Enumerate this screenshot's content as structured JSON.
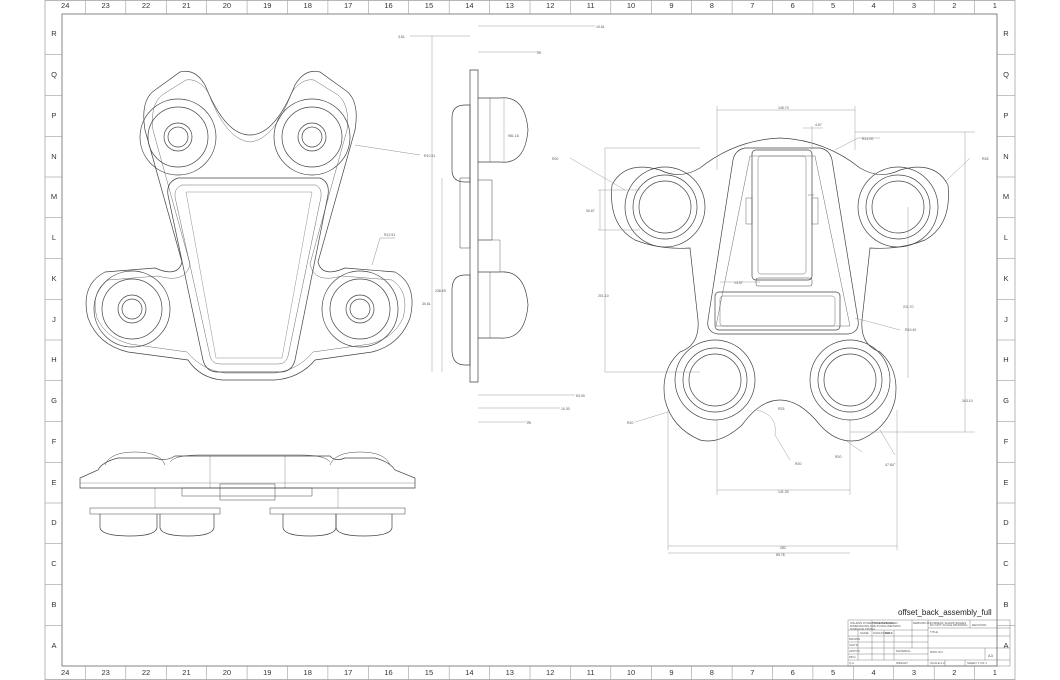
{
  "sheet": {
    "drawing_title": "offset_back_assembly_full",
    "columns": [
      "24",
      "23",
      "22",
      "21",
      "20",
      "19",
      "18",
      "17",
      "16",
      "15",
      "14",
      "13",
      "12",
      "11",
      "10",
      "9",
      "8",
      "7",
      "6",
      "5",
      "4",
      "3",
      "2",
      "1"
    ],
    "rows": [
      "R",
      "Q",
      "P",
      "N",
      "M",
      "L",
      "K",
      "J",
      "H",
      "G",
      "F",
      "E",
      "D",
      "C",
      "B",
      "A"
    ]
  },
  "dimensions": {
    "view1_r_top": "R10.51",
    "view1_r_side": "R12.51",
    "side_top_1": "10.61",
    "side_top_2": "3.81",
    "side_top_3": "25",
    "side_mid_1": "981.16",
    "side_mid_2": "238.69",
    "side_mid_3": "30.61",
    "side_bot_1": "10.30",
    "side_bot_2": "83.09",
    "side_bot_3": "25",
    "right_top_width": "145.70",
    "right_top_small": "4.67",
    "right_top_radius": "R12.00",
    "right_left_r": "R20",
    "right_right_r": "R28",
    "right_left_small": "30.67",
    "right_left_height": "201.10",
    "right_mid_small": "13.97",
    "right_mid_h": "211.70",
    "right_mid_r": "R10.40",
    "right_far_height": "343.10",
    "right_bot_r1": "R20",
    "right_bot_r2": "R25",
    "right_bot_r3": "R20",
    "right_bot_r4": "R20",
    "right_bot_angle": "47.84°",
    "right_bot_w1": "141.30",
    "right_bot_w2": "282",
    "right_bot_w3": "69.76"
  },
  "title_block": {
    "lines_left": [
      "UNLESS OTHERWISE SPECIFIED",
      "DIMENSIONS ARE IN MILLIMETERS",
      "SURFACE FINISH",
      "TOLERANCES",
      "LINEAR",
      "ANGULAR"
    ],
    "col_headers": [
      "NAME",
      "SIGNATURE",
      "DATE"
    ],
    "rows": [
      "DRAWN",
      "CHK'D",
      "APPV'D",
      "MFG",
      "Q.A"
    ],
    "material_label": "MATERIAL",
    "weight_label": "WEIGHT",
    "title_label": "TITLE",
    "dwg_no_label": "DWG NO.",
    "scale_label": "SCALE:1:2",
    "sheet_label": "SHEET 1 OF 1",
    "size": "A3",
    "deburr_note": "DEBURR AND BREAK SHARP EDGES",
    "do_not_scale": "DO NOT SCALE DRAWING",
    "revision": "REVISION"
  }
}
